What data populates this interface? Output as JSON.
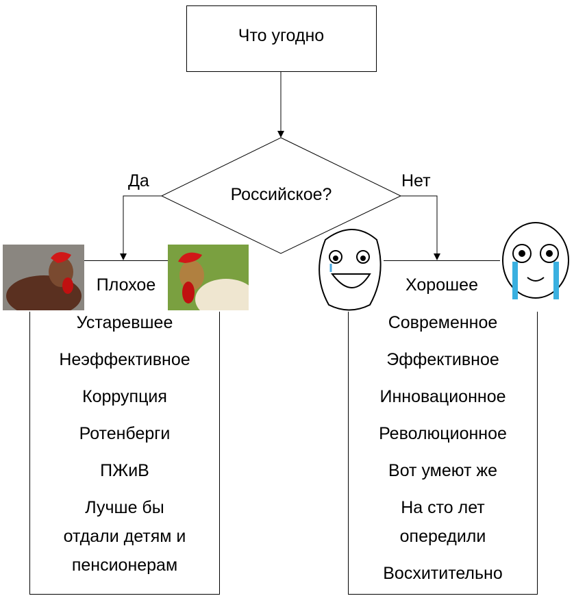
{
  "start": "Что угодно",
  "decision": "Российское?",
  "yes_label": "Да",
  "no_label": "Нет",
  "left": {
    "title": "Плохое",
    "items": [
      "Устаревшее",
      "Неэффективное",
      "Коррупция",
      "Ротенберги",
      "ПЖиВ",
      "Лучше бы отдали детям и пенсионерам"
    ]
  },
  "right": {
    "title": "Хорошее",
    "items": [
      "Современное",
      "Эффективное",
      "Инновационное",
      "Революционное",
      "Вот умеют же",
      "На сто лет опередили",
      "Восхитительно"
    ]
  }
}
